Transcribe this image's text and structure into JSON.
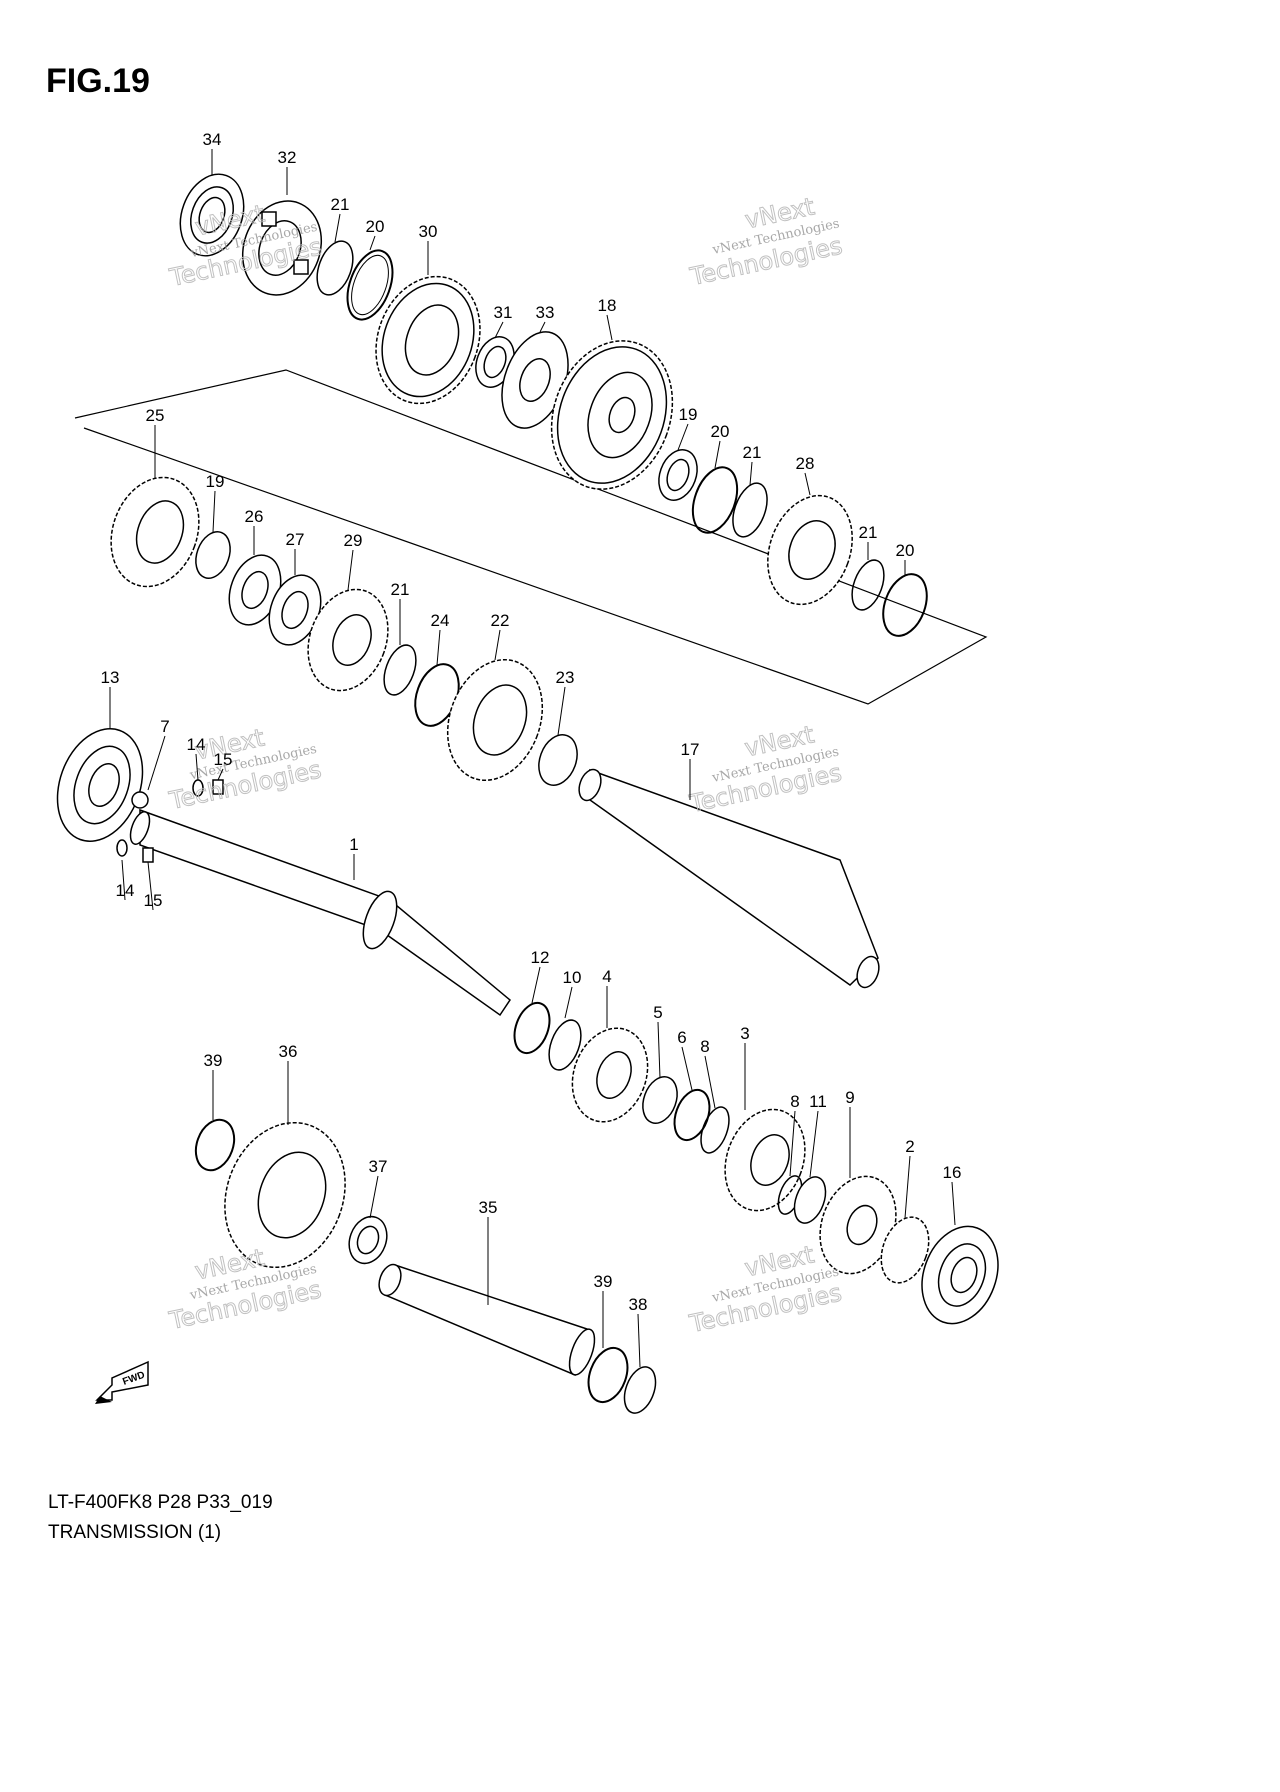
{
  "figure": {
    "title": "FIG.19",
    "model_code": "LT-F400FK8 P28 P33_019",
    "section_name": "TRANSMISSION (1)"
  },
  "fwd_label": "FWD",
  "watermark": {
    "line1": "vNext",
    "line2": "vNext Technologies",
    "line3": "Technologies"
  },
  "callouts": [
    "34",
    "32",
    "21",
    "20",
    "30",
    "31",
    "33",
    "18",
    "25",
    "19",
    "26",
    "27",
    "29",
    "19",
    "20",
    "21",
    "28",
    "21",
    "20",
    "21",
    "24",
    "22",
    "23",
    "13",
    "7",
    "14",
    "15",
    "17",
    "14",
    "15",
    "1",
    "12",
    "10",
    "4",
    "5",
    "6",
    "8",
    "3",
    "8",
    "11",
    "9",
    "2",
    "16",
    "39",
    "36",
    "37",
    "35",
    "39",
    "38"
  ]
}
